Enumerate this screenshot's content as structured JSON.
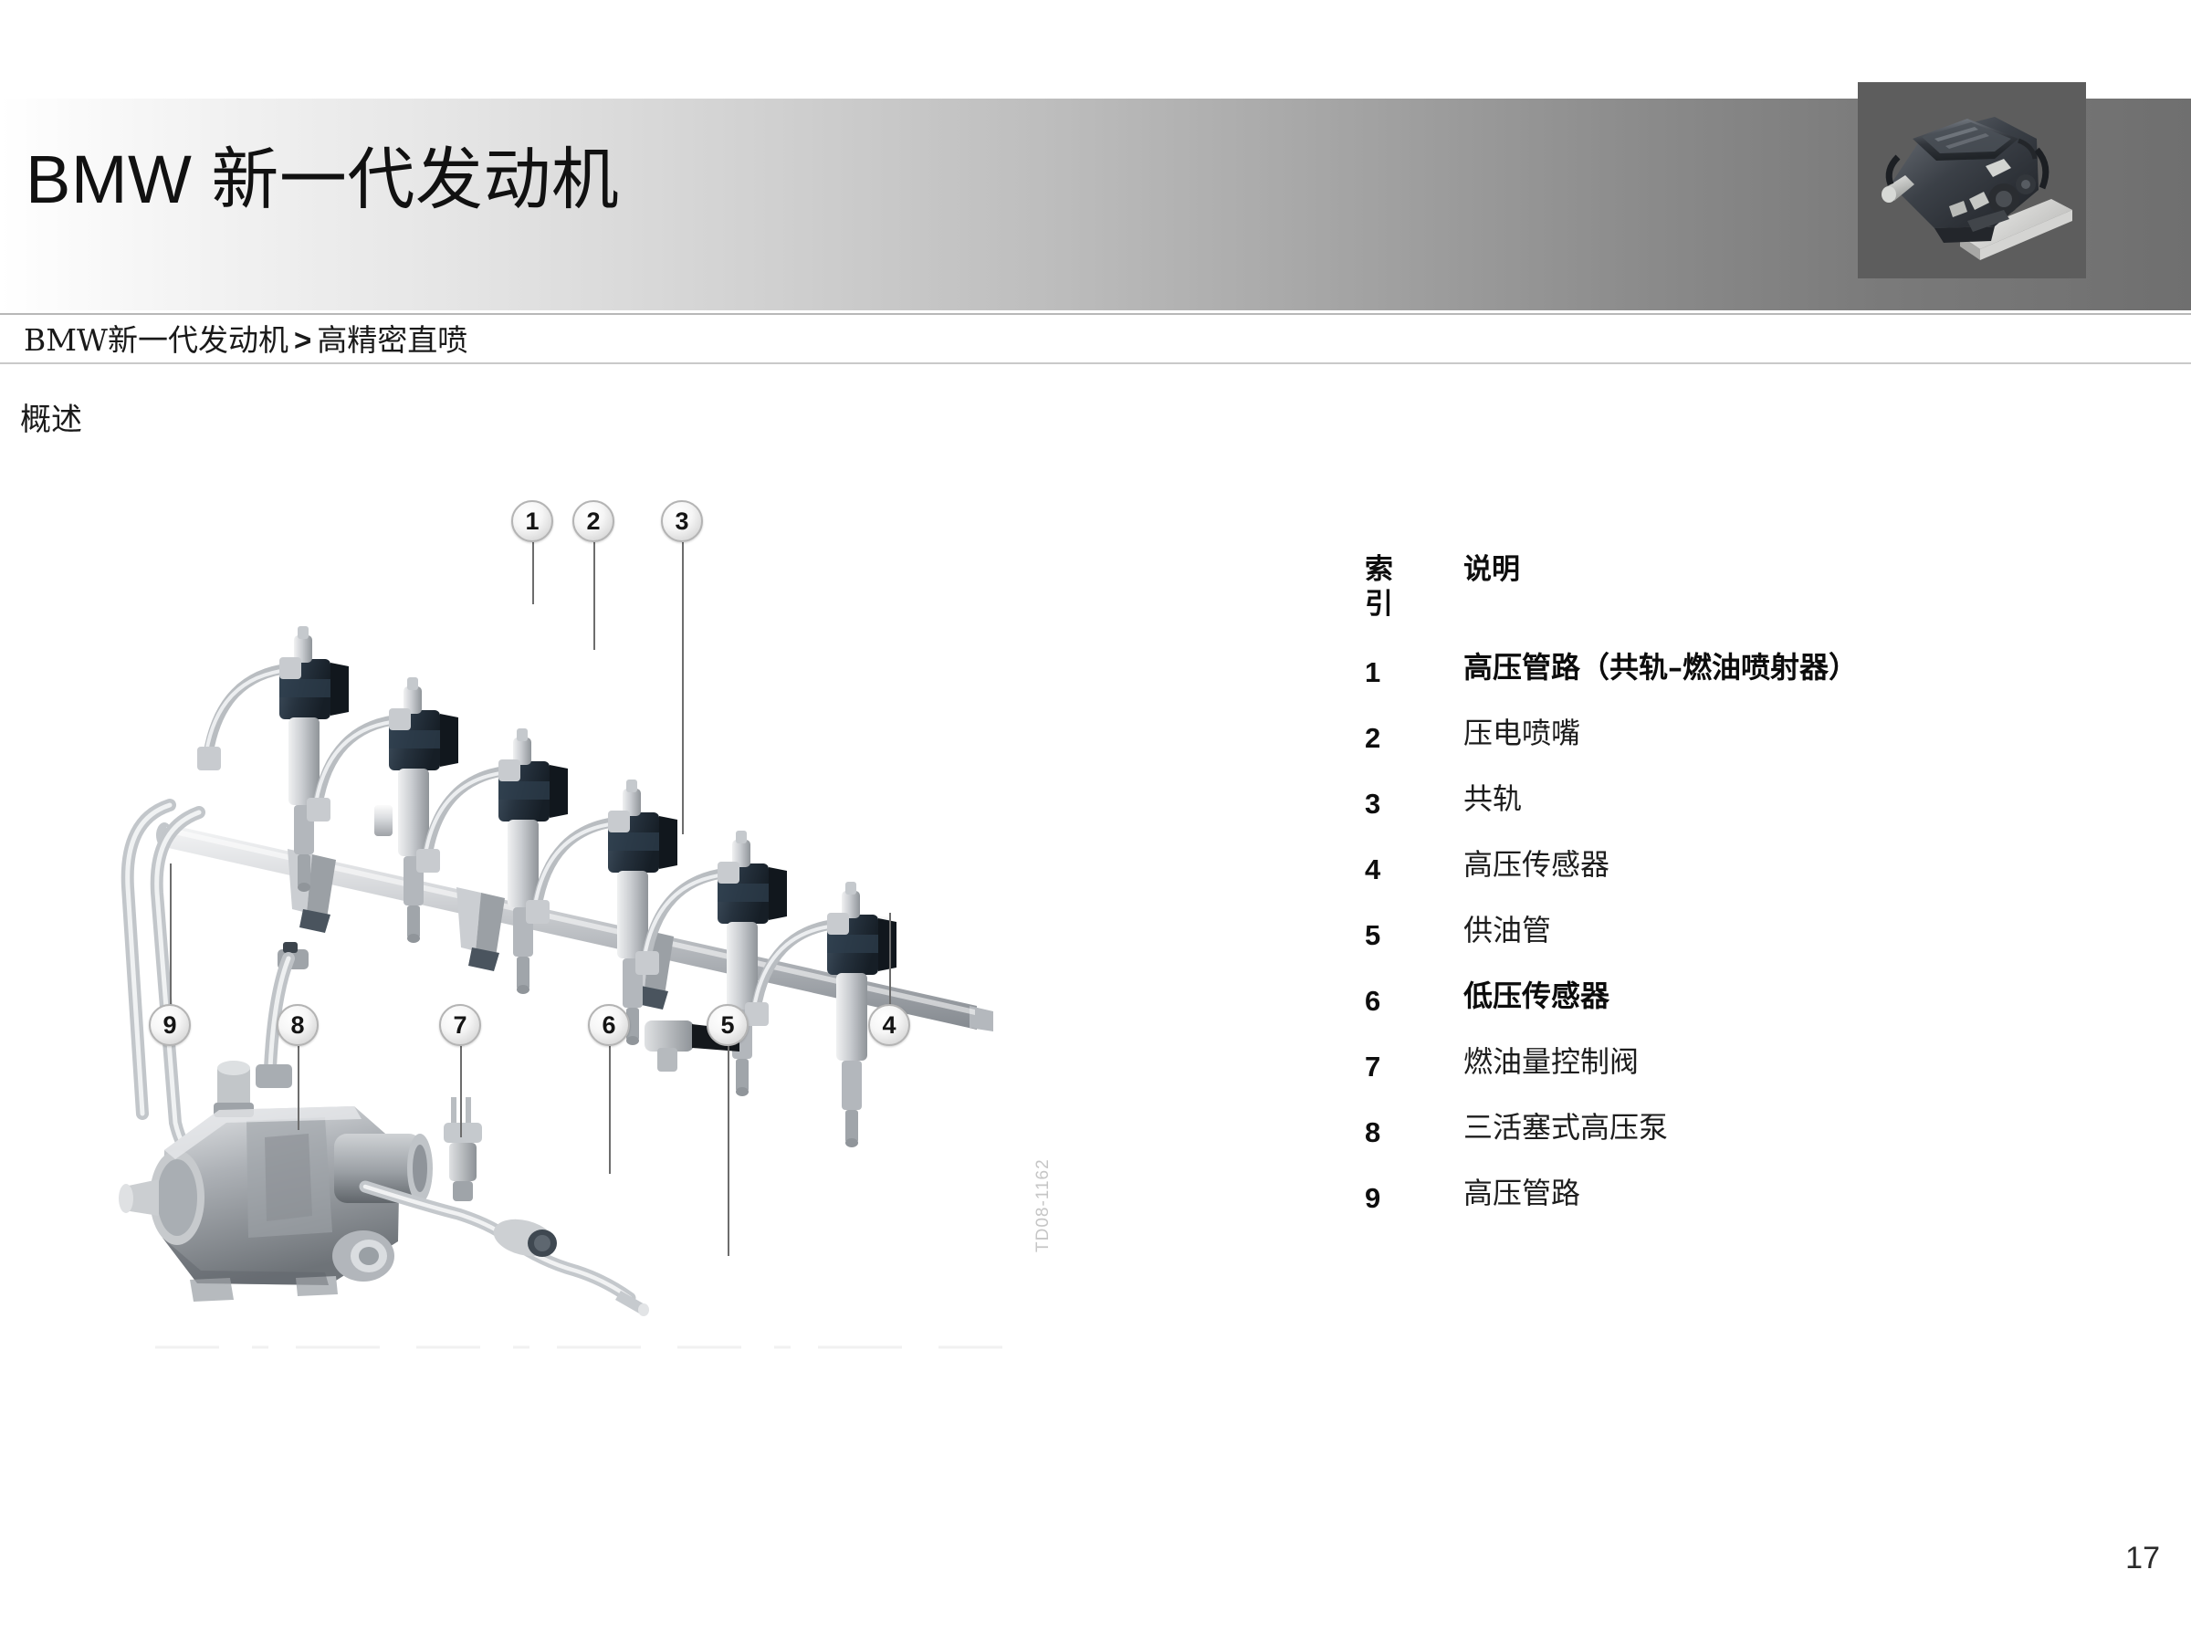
{
  "header": {
    "title_brand": "BMW",
    "title_cjk": "新一代发动机",
    "engine_photo_alt": "bmw-engine-photo"
  },
  "breadcrumb": {
    "root": "BMW新一代发动机",
    "separator": ">",
    "current": "高精密直喷"
  },
  "section": {
    "title": "概述"
  },
  "diagram": {
    "figure_code": "TD08-1162",
    "callouts": [
      {
        "id": "1",
        "label": "1"
      },
      {
        "id": "2",
        "label": "2"
      },
      {
        "id": "3",
        "label": "3"
      },
      {
        "id": "4",
        "label": "4"
      },
      {
        "id": "5",
        "label": "5"
      },
      {
        "id": "6",
        "label": "6"
      },
      {
        "id": "7",
        "label": "7"
      },
      {
        "id": "8",
        "label": "8"
      },
      {
        "id": "9",
        "label": "9"
      }
    ]
  },
  "legend": {
    "header_index": "索引",
    "header_index_line1": "索",
    "header_index_line2": "引",
    "header_description": "说明",
    "rows": [
      {
        "index": "1",
        "description": "高压管路（共轨–燃油喷射器）",
        "bold": true
      },
      {
        "index": "2",
        "description": "压电喷嘴",
        "bold": false
      },
      {
        "index": "3",
        "description": "共轨",
        "bold": false
      },
      {
        "index": "4",
        "description": "高压传感器",
        "bold": false
      },
      {
        "index": "5",
        "description": "供油管",
        "bold": false
      },
      {
        "index": "6",
        "description": "低压传感器",
        "bold": true
      },
      {
        "index": "7",
        "description": "燃油量控制阀",
        "bold": false
      },
      {
        "index": "8",
        "description": "三活塞式高压泵",
        "bold": false
      },
      {
        "index": "9",
        "description": "高压管路",
        "bold": false
      }
    ]
  },
  "footer": {
    "page_number": "17"
  },
  "colors": {
    "header_gradient_start": "#ffffff",
    "header_gradient_end": "#6f6f6f",
    "photo_background": "#5d5d5d",
    "text_primary": "#1a1a1a",
    "rule": "#b8b8b8"
  }
}
